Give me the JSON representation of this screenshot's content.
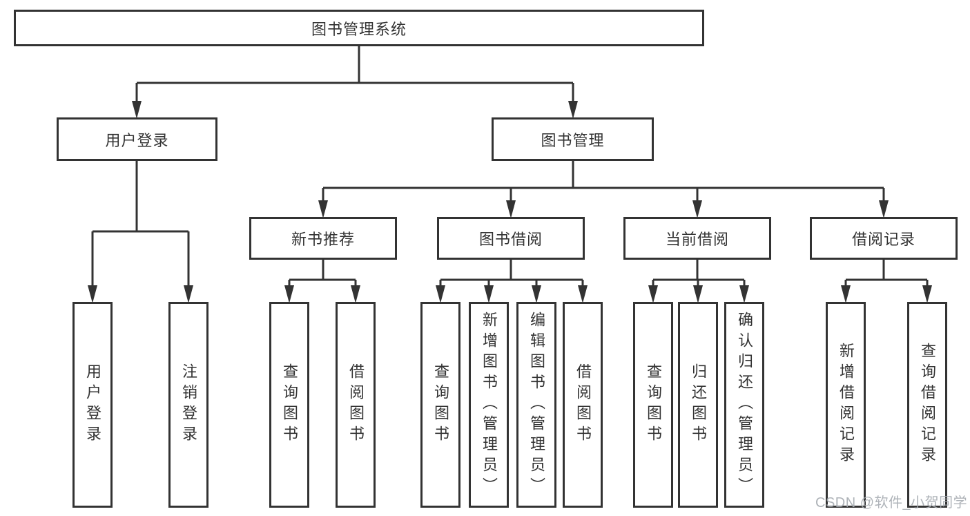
{
  "tree": {
    "label": "图书管理系统",
    "children": [
      {
        "label": "用户登录",
        "children": [
          {
            "label": "用户登录"
          },
          {
            "label": "注销登录"
          }
        ]
      },
      {
        "label": "图书管理",
        "children": [
          {
            "label": "新书推荐",
            "children": [
              {
                "label": "查询图书"
              },
              {
                "label": "借阅图书"
              }
            ]
          },
          {
            "label": "图书借阅",
            "children": [
              {
                "label": "查询图书"
              },
              {
                "label": "新增图书（管理员）"
              },
              {
                "label": "编辑图书（管理员）"
              },
              {
                "label": "借阅图书"
              }
            ]
          },
          {
            "label": "当前借阅",
            "children": [
              {
                "label": "查询图书"
              },
              {
                "label": "归还图书"
              },
              {
                "label": "确认归还（管理员）"
              }
            ]
          },
          {
            "label": "借阅记录",
            "children": [
              {
                "label": "新增借阅记录"
              },
              {
                "label": "查询借阅记录"
              }
            ]
          }
        ]
      }
    ]
  },
  "watermark": "CSDN @软件_小贺同学",
  "colors": {
    "line": "#333333",
    "text": "#333333",
    "watermark": "#a6abb1",
    "background": "#ffffff"
  }
}
